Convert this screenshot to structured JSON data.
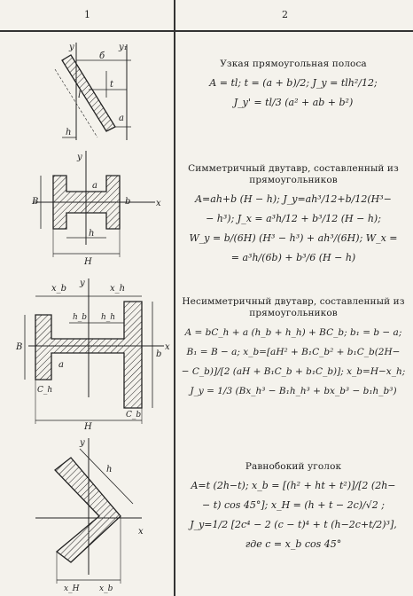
{
  "header": {
    "col1": "1",
    "col2": "2"
  },
  "rows": [
    {
      "title": "Узкая прямоугольная полоса",
      "formulas": [
        "A = tl;   t = (a + b)/2;   J_y = tlh²/12;",
        "J_y' = tl/3 (a² + ab + b²)"
      ],
      "labels": [
        "y",
        "y₁",
        "б",
        "t",
        "l",
        "a",
        "h"
      ]
    },
    {
      "title": "Симметричный двутавр, составленный из прямоугольников",
      "formulas": [
        "A=ah+b (H − h);  J_y=ah³/12+b/12(H³−",
        "− h³);   J_x = a³h/12 + b³/12 (H − h);",
        "W_y = b/(6H) (H³ − h³) + ah³/(6H);  W_x =",
        "= a³h/(6b) + b³/6 (H − h)"
      ],
      "labels": [
        "y",
        "a",
        "B",
        "b",
        "x",
        "h",
        "H"
      ]
    },
    {
      "title": "Несимметричный двутавр, составленный из прямоугольников",
      "formulas": [
        "A = bC_h + a (h_b + h_h) + BC_b;  b₁ = b − a;",
        "B₁ = B − a;  x_b=[aH² + B₁C_b² + b₁C_b(2H−",
        "− C_b)]/[2 (aH + B₁C_b + b₁C_b)];  x_b=H−x_h;",
        "J_y = 1/3 (Bx_h³ − B₁h_h³ + bx_b³ − b₁h_b³)"
      ],
      "labels": [
        "x_b",
        "y",
        "x_h",
        "h_b",
        "h_h",
        "B",
        "a",
        "x",
        "b",
        "C_h",
        "C_b",
        "H"
      ]
    },
    {
      "title": "Равнобокий уголок",
      "formulas": [
        "A=t (2h−t);  x_b = [(h² + ht + t²)]/[2 (2h−",
        "− t) cos 45°];  x_H = (h + t − 2c)/√2 ;",
        "J_y=1/2 [2c⁴ − 2 (c − t)⁴ + t (h−2c+t/2)³],",
        "где c = x_b cos 45°"
      ],
      "labels": [
        "y",
        "h",
        "x",
        "x_H",
        "x_b"
      ]
    }
  ]
}
